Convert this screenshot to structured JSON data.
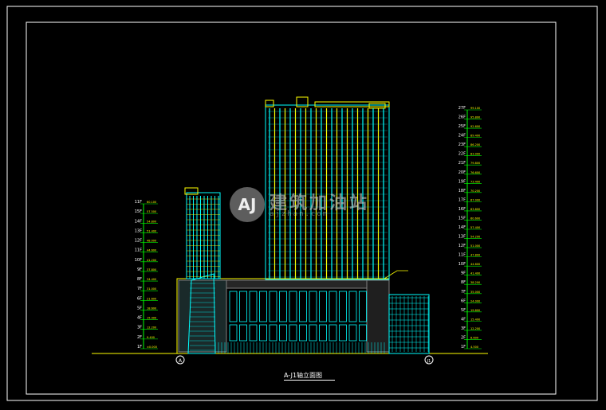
{
  "drawing": {
    "title": "A-J1轴立面图",
    "grid_left": "A",
    "grid_right": "J1"
  },
  "watermark": {
    "logo": "AJ",
    "text_cn": "建筑加油站",
    "url": "ajzhan.com"
  },
  "colors": {
    "background": "#000000",
    "frame": "#ffffff",
    "cyan": "#00ffff",
    "yellow": "#ffff00",
    "green": "#00ff00",
    "grey": "#808080"
  },
  "left_scale": {
    "floors": [
      "11F",
      "15F",
      "14F",
      "13F",
      "12F",
      "11F",
      "10F",
      "9F",
      "8F",
      "7F",
      "6F",
      "5F",
      "4F",
      "3F",
      "2F",
      "1F"
    ],
    "elevations": [
      "60.100",
      "57.500",
      "54.800",
      "51.400",
      "48.000",
      "44.600",
      "41.200",
      "37.800",
      "34.400",
      "31.000",
      "21.600",
      "18.600",
      "15.400",
      "12.200",
      "9.400",
      "±0.000"
    ]
  },
  "right_scale": {
    "floors": [
      "27F",
      "26F",
      "25F",
      "24F",
      "23F",
      "22F",
      "21F",
      "20F",
      "19F",
      "18F",
      "17F",
      "16F",
      "15F",
      "14F",
      "13F",
      "12F",
      "11F",
      "10F",
      "9F",
      "8F",
      "7F",
      "6F",
      "5F",
      "4F",
      "3F",
      "2F",
      "1F"
    ],
    "elevations": [
      "99.100",
      "95.800",
      "92.600",
      "89.400",
      "86.200",
      "83.000",
      "79.800",
      "76.600",
      "73.400",
      "70.200",
      "67.000",
      "63.800",
      "60.600",
      "57.400",
      "54.200",
      "51.000",
      "47.800",
      "44.600",
      "41.400",
      "38.200",
      "35.000",
      "24.000",
      "19.800",
      "15.400",
      "12.200",
      "8.600",
      "4.500"
    ]
  }
}
